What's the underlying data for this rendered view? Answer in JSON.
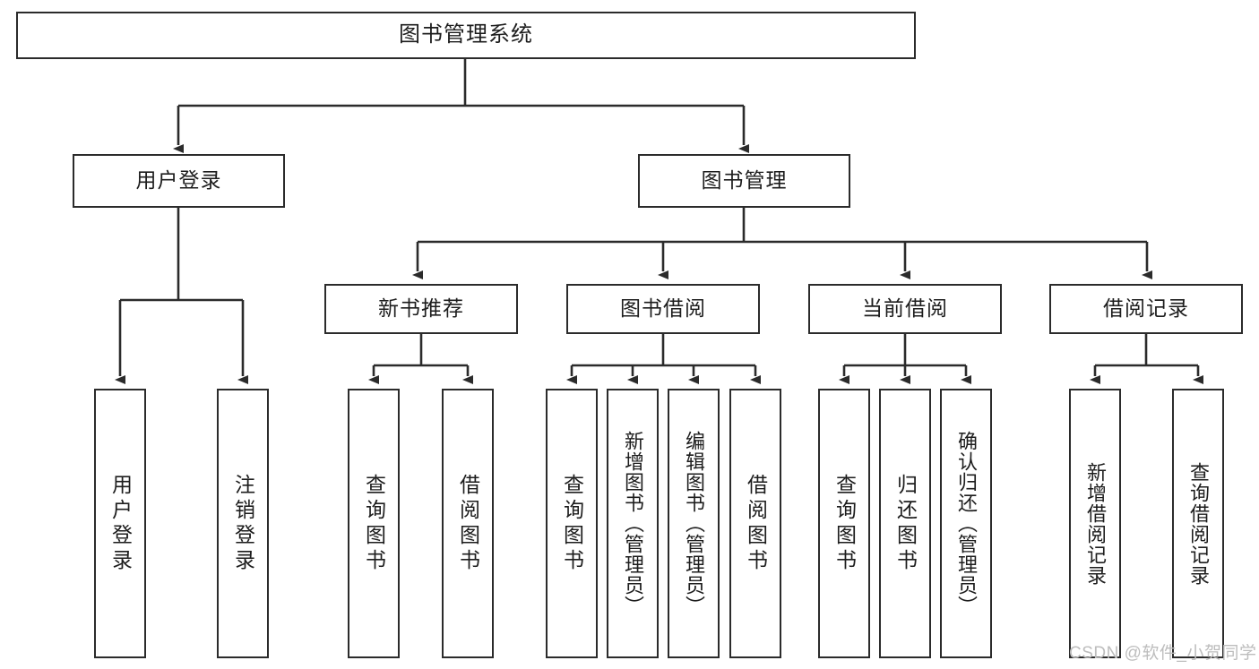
{
  "diagram": {
    "type": "tree-hierarchy",
    "title": "图书管理系统",
    "orientation": "top-down",
    "colors": {
      "node_border": "#2b2b2b",
      "node_fill": "#ffffff",
      "connector": "#2b2b2b",
      "text": "#1d1d1d",
      "watermark": "#bdbdbd",
      "background": "#ffffff"
    },
    "levels": {
      "level0": [
        "图书管理系统"
      ],
      "level1": [
        "用户登录",
        "图书管理"
      ],
      "level2": [
        "新书推荐",
        "图书借阅",
        "当前借阅",
        "借阅记录"
      ]
    },
    "root": {
      "label": "图书管理系统"
    },
    "branches": [
      {
        "label": "用户登录",
        "children": [
          "用户登录",
          "注销登录"
        ]
      },
      {
        "label": "图书管理",
        "modules": [
          {
            "label": "新书推荐",
            "children": [
              "查询图书",
              "借阅图书"
            ]
          },
          {
            "label": "图书借阅",
            "children": [
              "查询图书",
              "新增图书（管理员）",
              "编辑图书（管理员）",
              "借阅图书"
            ]
          },
          {
            "label": "当前借阅",
            "children": [
              "查询图书",
              "归还图书",
              "确认归还（管理员）"
            ]
          },
          {
            "label": "借阅记录",
            "children": [
              "新增借阅记录",
              "查询借阅记录"
            ]
          }
        ]
      }
    ],
    "nodes": {
      "root": "图书管理系统",
      "user_login": "用户登录",
      "book_manage": "图书管理",
      "new_book_rec": "新书推荐",
      "book_borrow": "图书借阅",
      "current_borrow": "当前借阅",
      "borrow_record": "借阅记录",
      "leaf_user_login": "用户登录",
      "leaf_logout": "注销登录",
      "leaf_query_book_a": "查询图书",
      "leaf_borrow_book_a": "借阅图书",
      "leaf_query_book_b": "查询图书",
      "leaf_add_book": "新增图书（管理员）",
      "leaf_edit_book": "编辑图书（管理员）",
      "leaf_borrow_book_b": "借阅图书",
      "leaf_query_book_c": "查询图书",
      "leaf_return_book": "归还图书",
      "leaf_confirm_return": "确认归还（管理员）",
      "leaf_add_record": "新增借阅记录",
      "leaf_query_record": "查询借阅记录"
    }
  },
  "watermark": {
    "text": "CSDN @软件_小贺同学"
  }
}
